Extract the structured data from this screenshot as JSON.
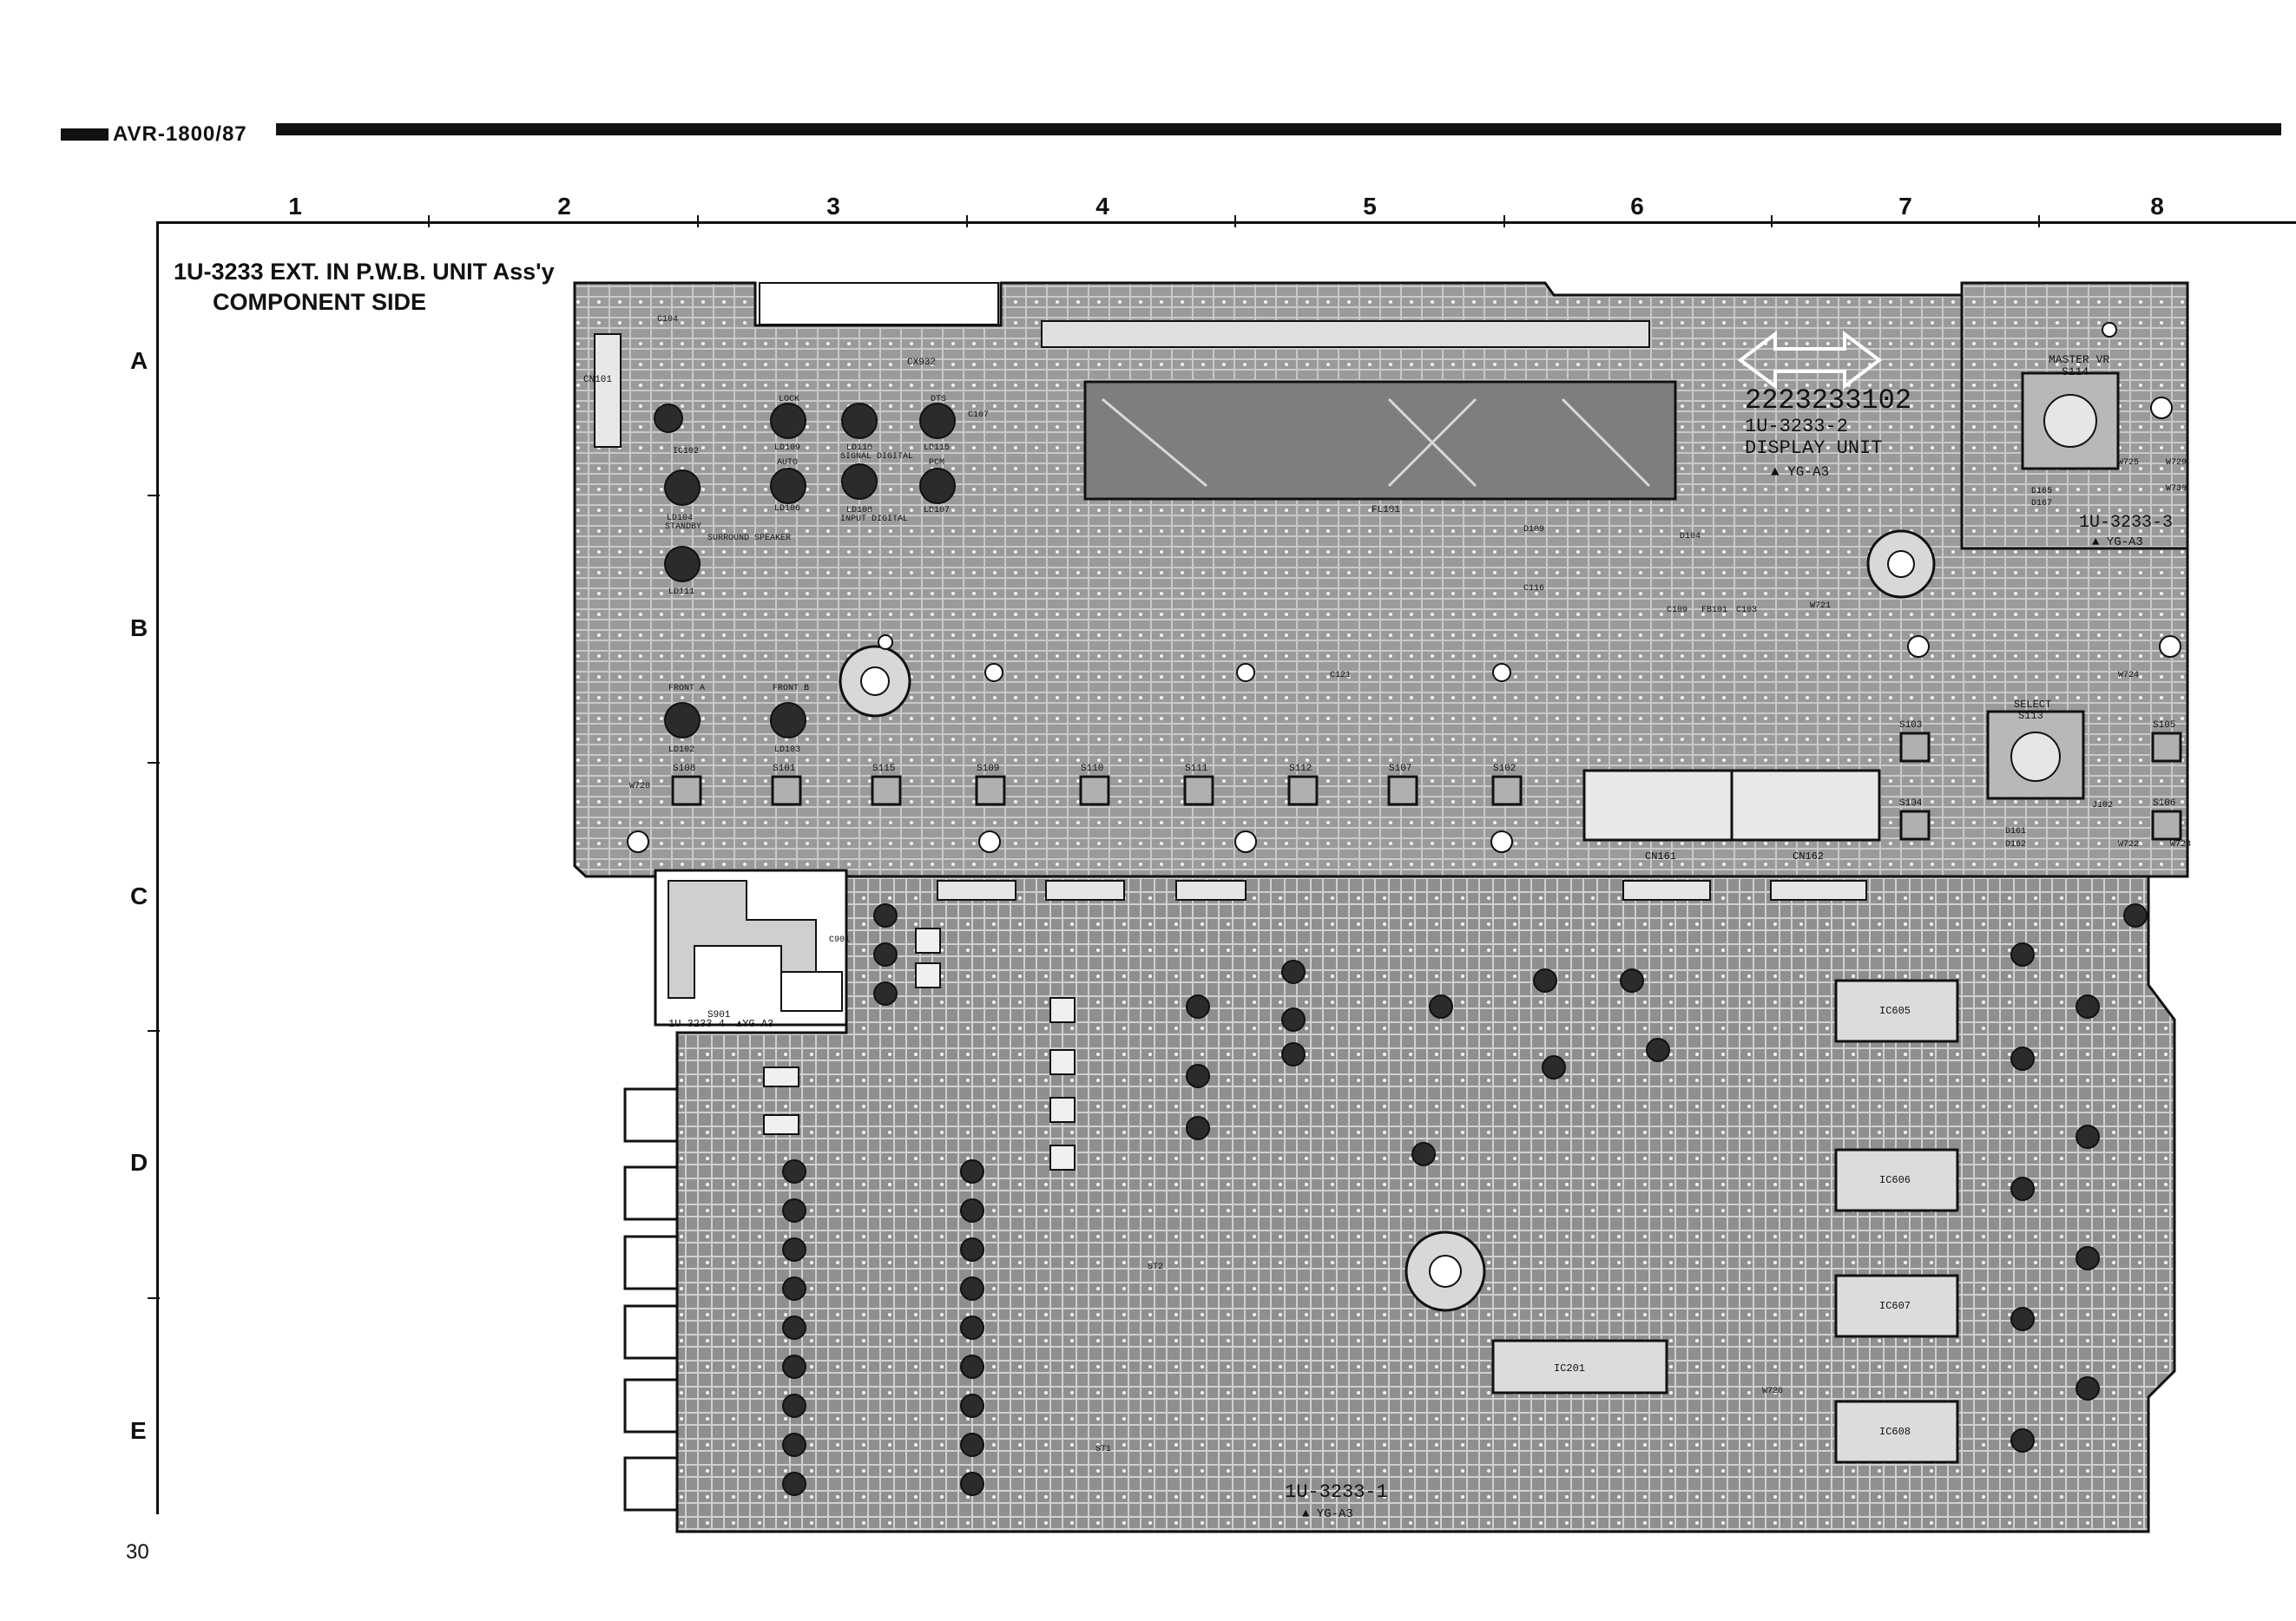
{
  "header": {
    "model": "AVR-1800/87"
  },
  "grid": {
    "columns": [
      "1",
      "2",
      "3",
      "4",
      "5",
      "6",
      "7",
      "8"
    ],
    "rows": [
      "A",
      "B",
      "C",
      "D",
      "E"
    ]
  },
  "title": {
    "line1": "1U-3233 EXT. IN P.W.B. UNIT Ass'y",
    "line2": "COMPONENT SIDE"
  },
  "boards": {
    "display": {
      "part_no": "2223233102",
      "unit_code": "1U-3233-2",
      "unit_name": "DISPLAY UNIT",
      "rev": "▲ YG-A3"
    },
    "volume": {
      "label": "MASTER VR",
      "ref": "S114",
      "unit_code": "1U-3233-3",
      "rev": "▲ YG-A3",
      "select_label": "SELECT",
      "select_ref": "S113"
    },
    "main": {
      "unit_code": "1U-3233-1",
      "rev": "▲ YG-A3"
    },
    "jack": {
      "ref": "S901",
      "unit_code": "1U-3233-4",
      "rev": "▲YG-A3"
    }
  },
  "leds": [
    {
      "ref": "LD104",
      "name": "STANDBY"
    },
    {
      "ref": "LD111",
      "name": "SURROUND SPEAKER"
    },
    {
      "ref": "LD102",
      "name": "FRONT A"
    },
    {
      "ref": "LD103",
      "name": "FRONT B"
    },
    {
      "ref": "LD109",
      "name": "LOCK"
    },
    {
      "ref": "LD106",
      "name": "AUTO"
    },
    {
      "ref": "LD110",
      "name": "SIGNAL DIGITAL"
    },
    {
      "ref": "LD108",
      "name": "INPUT DIGITAL"
    },
    {
      "ref": "LD115",
      "name": "DTS"
    },
    {
      "ref": "LD107",
      "name": "PCM"
    }
  ],
  "switches": [
    "S108",
    "S101",
    "S115",
    "S109",
    "S110",
    "S111",
    "S112",
    "S107",
    "S102",
    "S103",
    "S104",
    "S105",
    "S106"
  ],
  "connectors": [
    "CN161",
    "CN162",
    "CN101",
    "CX932"
  ],
  "ics": [
    "IC102",
    "IC201",
    "IC605",
    "IC606",
    "IC607",
    "IC608"
  ],
  "misc_refs": [
    "FL101",
    "C104",
    "C107",
    "C109",
    "C116",
    "C121",
    "C103",
    "D109",
    "D104",
    "FB101",
    "W721",
    "W720",
    "W726",
    "W724",
    "W722",
    "W723",
    "W729",
    "W730",
    "W725",
    "D165",
    "D167",
    "J102",
    "D161",
    "D162",
    "ST1",
    "ST2",
    "C901"
  ],
  "page_number": "30",
  "colors": {
    "board": "#9a9a9a",
    "ink": "#111111",
    "paper": "#ffffff"
  }
}
